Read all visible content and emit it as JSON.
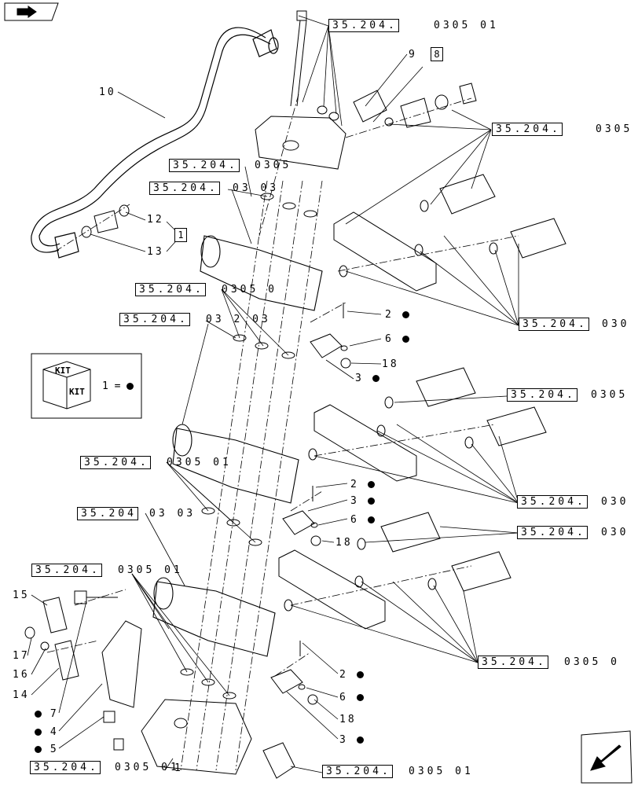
{
  "refs": {
    "r1": {
      "box": "35.204.",
      "tail": "0305 01"
    },
    "r2": {
      "box": "35.204.",
      "tail": "0305"
    },
    "r3": {
      "box": "35.204.",
      "tail": "0305"
    },
    "r4": {
      "box": "35.204.",
      "tail": "03 03"
    },
    "r5": {
      "box": "35.204.",
      "tail": "0305 0"
    },
    "r6": {
      "box": "35.204.",
      "tail": "030"
    },
    "r7": {
      "box": "35.204.",
      "tail": "03 2 03"
    },
    "r8": {
      "box": "35.204.",
      "tail": "0305"
    },
    "r9": {
      "box": "35.204.",
      "tail": "0305 01"
    },
    "r10": {
      "box": "35.204.",
      "tail": "030"
    },
    "r11": {
      "box": "35.204",
      "tail": "03 03"
    },
    "r12": {
      "box": "35.204.",
      "tail": "030"
    },
    "r13": {
      "box": "35.204.",
      "tail": "0305 01"
    },
    "r14": {
      "box": "35.204.",
      "tail": "0305 0"
    },
    "r15": {
      "box": "35.204.",
      "tail": "0305 01"
    },
    "r16": {
      "box": "35.204.",
      "tail": "0305 01"
    }
  },
  "callouts": {
    "c9": "9",
    "c8": "8",
    "c10": "10",
    "c12": "12",
    "c13": "13",
    "c1box": "1",
    "c2a": "2",
    "c6a": "6",
    "c18a": "18",
    "c3a": "3",
    "c2b": "2",
    "c3b": "3",
    "c6b": "6",
    "c18b": "18",
    "c2c": "2",
    "c6c": "6",
    "c18c": "18",
    "c3c": "3",
    "c15": "15",
    "c17": "17",
    "c16": "16",
    "c14": "14",
    "c7": "7",
    "c4": "4",
    "c5": "5",
    "c1bot": "1"
  },
  "kit": {
    "label_top": "KIT",
    "label_front": "KIT",
    "legend": "1 ="
  }
}
